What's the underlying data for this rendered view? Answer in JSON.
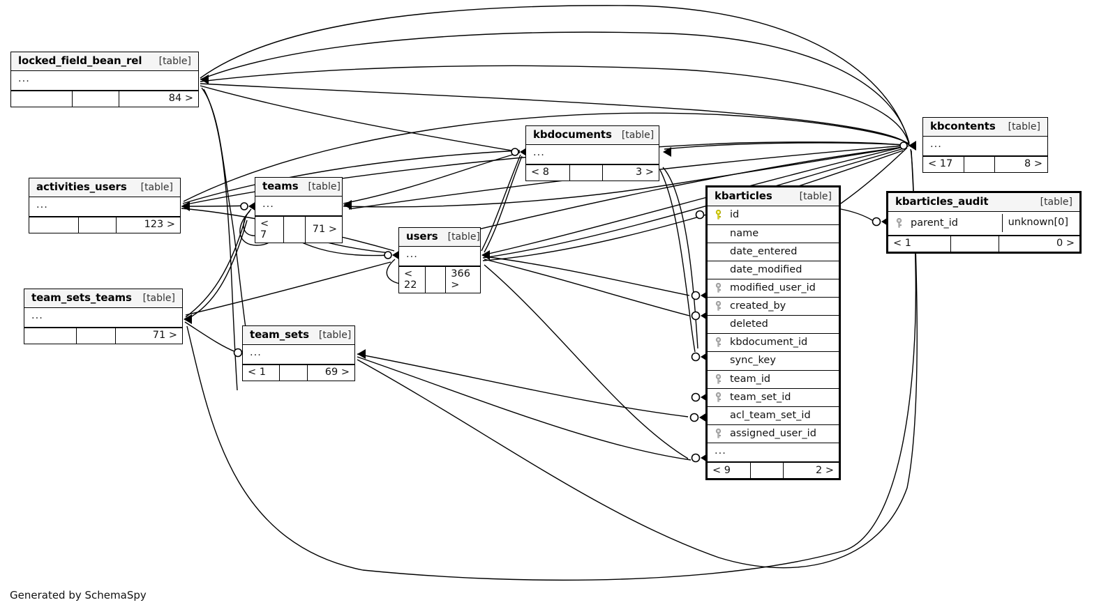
{
  "diagram": {
    "generator_credit": "Generated by SchemaSpy",
    "table_tag": "[table]",
    "ellipsis": "...",
    "colors": {
      "pk_key": "#e8e017",
      "fk_key": "#a8a8a8",
      "line": "#000000",
      "header_bg": "#f5f5f5"
    }
  },
  "tables": {
    "locked_field_bean_rel": {
      "name": "locked_field_bean_rel",
      "tag": "[table]",
      "body": "...",
      "foot": {
        "left": "",
        "mid": "",
        "right": "84 >"
      }
    },
    "activities_users": {
      "name": "activities_users",
      "tag": "[table]",
      "body": "...",
      "foot": {
        "left": "",
        "mid": "",
        "right": "123 >"
      }
    },
    "team_sets_teams": {
      "name": "team_sets_teams",
      "tag": "[table]",
      "body": "...",
      "foot": {
        "left": "",
        "mid": "",
        "right": "71 >"
      }
    },
    "teams": {
      "name": "teams",
      "tag": "[table]",
      "body": "...",
      "foot": {
        "left": "< 7",
        "mid": "",
        "right": "71 >"
      }
    },
    "users": {
      "name": "users",
      "tag": "[table]",
      "body": "...",
      "foot": {
        "left": "< 22",
        "mid": "",
        "right": "366 >"
      }
    },
    "team_sets": {
      "name": "team_sets",
      "tag": "[table]",
      "body": "...",
      "foot": {
        "left": "< 1",
        "mid": "",
        "right": "69 >"
      }
    },
    "kbdocuments": {
      "name": "kbdocuments",
      "tag": "[table]",
      "body": "...",
      "foot": {
        "left": "< 8",
        "mid": "",
        "right": "3 >"
      }
    },
    "kbcontents": {
      "name": "kbcontents",
      "tag": "[table]",
      "body": "...",
      "foot": {
        "left": "< 17",
        "mid": "",
        "right": "8 >"
      }
    },
    "kbarticles": {
      "name": "kbarticles",
      "tag": "[table]",
      "focus": true,
      "columns": [
        {
          "name": "id",
          "key": "primary"
        },
        {
          "name": "name",
          "key": "none"
        },
        {
          "name": "date_entered",
          "key": "none"
        },
        {
          "name": "date_modified",
          "key": "none"
        },
        {
          "name": "modified_user_id",
          "key": "foreign"
        },
        {
          "name": "created_by",
          "key": "foreign"
        },
        {
          "name": "deleted",
          "key": "none"
        },
        {
          "name": "kbdocument_id",
          "key": "foreign"
        },
        {
          "name": "sync_key",
          "key": "none"
        },
        {
          "name": "team_id",
          "key": "foreign"
        },
        {
          "name": "team_set_id",
          "key": "foreign"
        },
        {
          "name": "acl_team_set_id",
          "key": "none"
        },
        {
          "name": "assigned_user_id",
          "key": "foreign"
        }
      ],
      "body": "...",
      "foot": {
        "left": "< 9",
        "mid": "",
        "right": "2 >"
      }
    },
    "kbarticles_audit": {
      "name": "kbarticles_audit",
      "tag": "[table]",
      "focus": true,
      "columns": [
        {
          "name": "parent_id",
          "key": "foreign",
          "type": "unknown[0]"
        }
      ],
      "foot": {
        "left": "< 1",
        "mid": "",
        "right": "0 >"
      }
    }
  }
}
